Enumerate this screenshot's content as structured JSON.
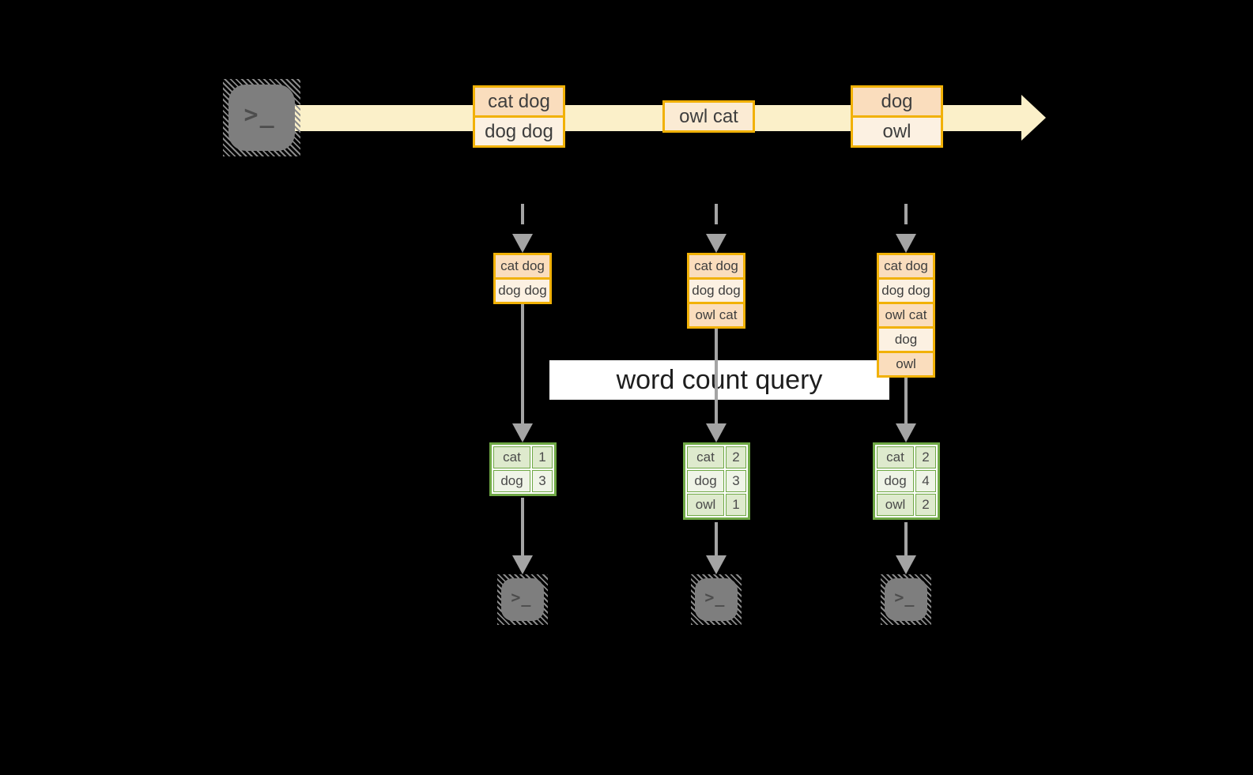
{
  "colors": {
    "background": "#000000",
    "stream_band": "#FBF0C9",
    "record_border": "#F1B106",
    "record_fill_peach": "#FADDBD",
    "record_fill_cream": "#FCF1E2",
    "table_border": "#6FA845",
    "table_fill_green": "#DEEACD",
    "table_fill_light": "#EFF4E7",
    "arrow_gray": "#A4A4A4",
    "terminal_gray": "#7E7E7E"
  },
  "source_terminal": {
    "icon": "terminal-icon",
    "glyph": ">_"
  },
  "stream": {
    "boxes": [
      {
        "rows": [
          "cat dog",
          "dog dog"
        ]
      },
      {
        "rows": [
          "owl cat"
        ]
      },
      {
        "rows": [
          "dog",
          "owl"
        ]
      }
    ]
  },
  "state_boxes": [
    {
      "rows": [
        "cat dog",
        "dog dog"
      ]
    },
    {
      "rows": [
        "cat dog",
        "dog dog",
        "owl cat"
      ]
    },
    {
      "rows": [
        "cat dog",
        "dog dog",
        "owl cat",
        "dog",
        "owl"
      ]
    }
  ],
  "query": {
    "label": "word count query"
  },
  "result_tables": [
    {
      "rows": [
        {
          "word": "cat",
          "count": "1"
        },
        {
          "word": "dog",
          "count": "3"
        }
      ]
    },
    {
      "rows": [
        {
          "word": "cat",
          "count": "2"
        },
        {
          "word": "dog",
          "count": "3"
        },
        {
          "word": "owl",
          "count": "1"
        }
      ]
    },
    {
      "rows": [
        {
          "word": "cat",
          "count": "2"
        },
        {
          "word": "dog",
          "count": "4"
        },
        {
          "word": "owl",
          "count": "2"
        }
      ]
    }
  ],
  "sink_terminals": [
    {
      "glyph": ">_"
    },
    {
      "glyph": ">_"
    },
    {
      "glyph": ">_"
    }
  ]
}
